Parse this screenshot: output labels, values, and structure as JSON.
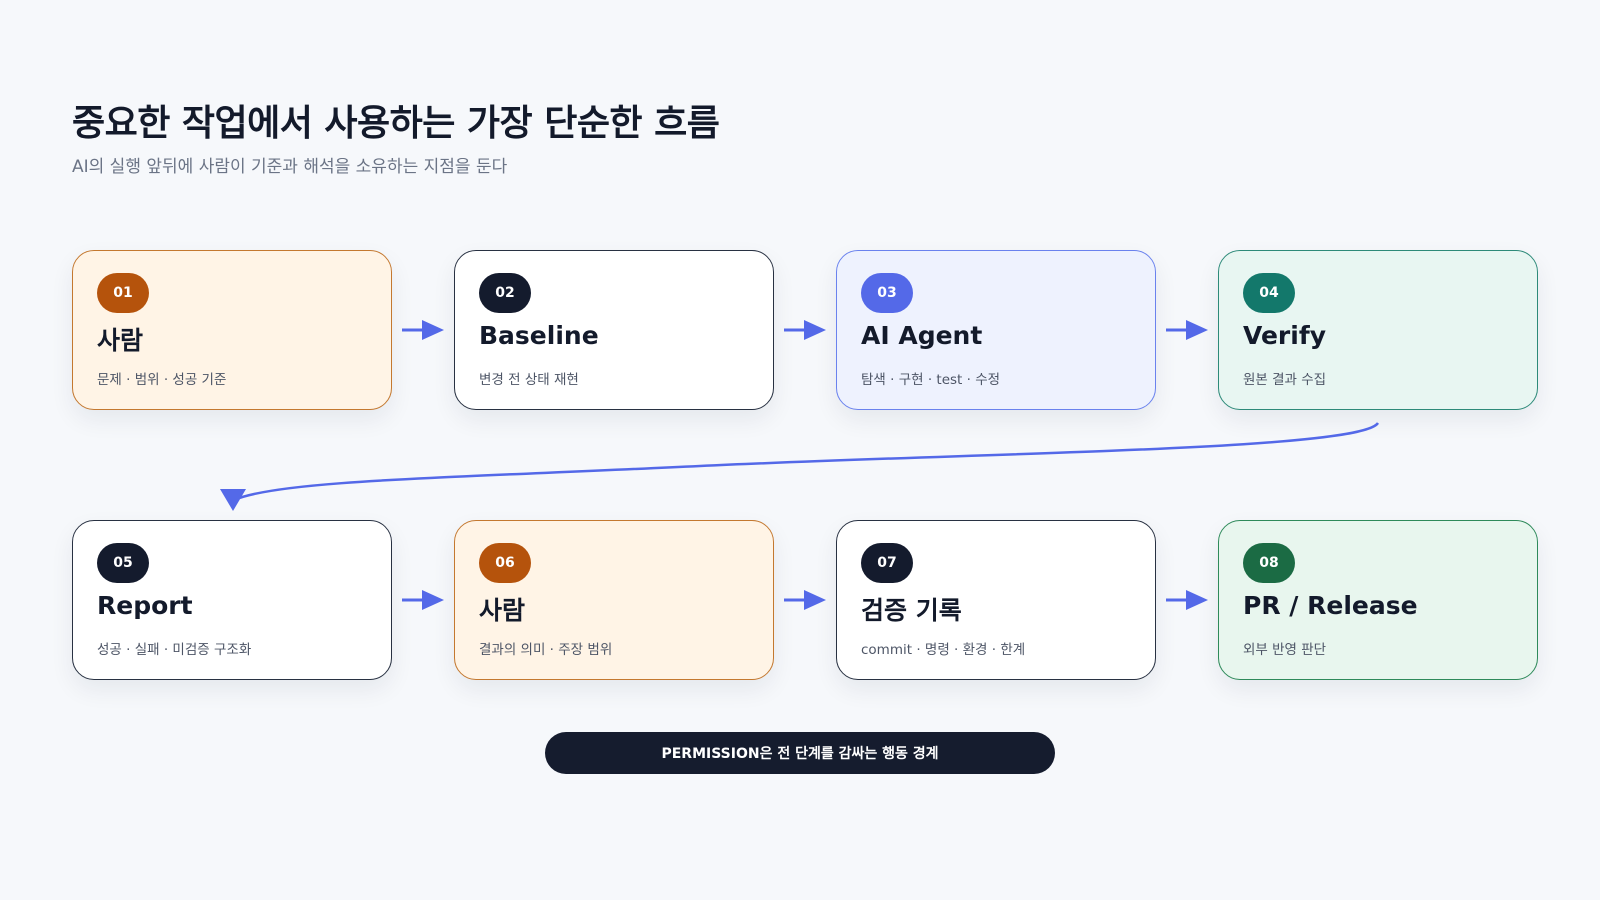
{
  "title": "중요한 작업에서 사용하는 가장 단순한 흐름",
  "subtitle": "AI의 실행 앞뒤에 사람이 기준과 해석을 소유하는 지점을 둔다",
  "colors": {
    "arrow": "#5469e8",
    "badge_orange": "#b5530c",
    "badge_dark": "#141b2d",
    "badge_blue": "#5469e8",
    "badge_teal": "#13786b",
    "badge_green": "#1b6b44"
  },
  "steps": [
    {
      "number": "01",
      "title": "사람",
      "desc": "문제 · 범위 · 성공 기준"
    },
    {
      "number": "02",
      "title": "Baseline",
      "desc": "변경 전 상태 재현"
    },
    {
      "number": "03",
      "title": "AI Agent",
      "desc": "탐색 · 구현 · test · 수정"
    },
    {
      "number": "04",
      "title": "Verify",
      "desc": "원본 결과 수집"
    },
    {
      "number": "05",
      "title": "Report",
      "desc": "성공 · 실패 · 미검증 구조화"
    },
    {
      "number": "06",
      "title": "사람",
      "desc": "결과의 의미 · 주장 범위"
    },
    {
      "number": "07",
      "title": "검증 기록",
      "desc": "commit · 명령 · 환경 · 한계"
    },
    {
      "number": "08",
      "title": "PR / Release",
      "desc": "외부 반영 판단"
    }
  ],
  "footer": "PERMISSION은 전 단계를 감싸는 행동 경계"
}
